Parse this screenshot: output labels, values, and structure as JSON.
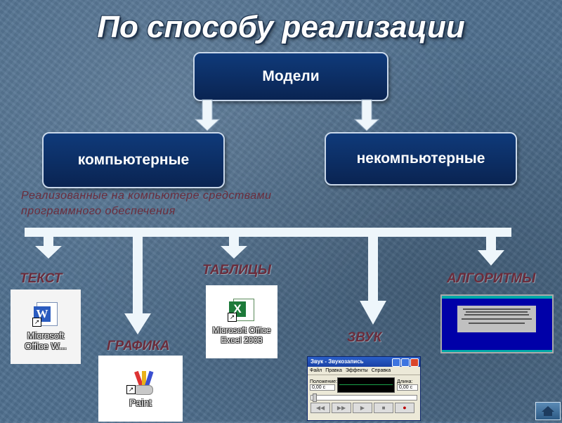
{
  "title": "По способу реализации",
  "root": {
    "label": "Модели"
  },
  "branches": {
    "computer": "компьютерные",
    "noncomputer": "некомпьютерные"
  },
  "note": "Реализованные на компьютере средствами программного обеспечения",
  "categories": {
    "text": "ТЕКСТ",
    "graphics": "ГРАФИКА",
    "tables": "ТАБЛИЦЫ",
    "sound": "ЗВУК",
    "algorithms": "АЛГОРИТМЫ"
  },
  "tiles": {
    "word": "Microsoft Office W...",
    "paint": "Paint",
    "excel": "Microsoft Office Excel 2003"
  },
  "sound_window": {
    "title": "Звук - Звукозапись",
    "menu": [
      "Файл",
      "Правка",
      "Эффекты",
      "Справка"
    ],
    "position_label": "Положение:",
    "position_value": "0,00 с",
    "length_label": "Длина:",
    "length_value": "0,00 с"
  },
  "colors": {
    "box_fill": "#0f3a7a",
    "category_text": "#6b2c3b",
    "connector": "#eef6fb"
  }
}
